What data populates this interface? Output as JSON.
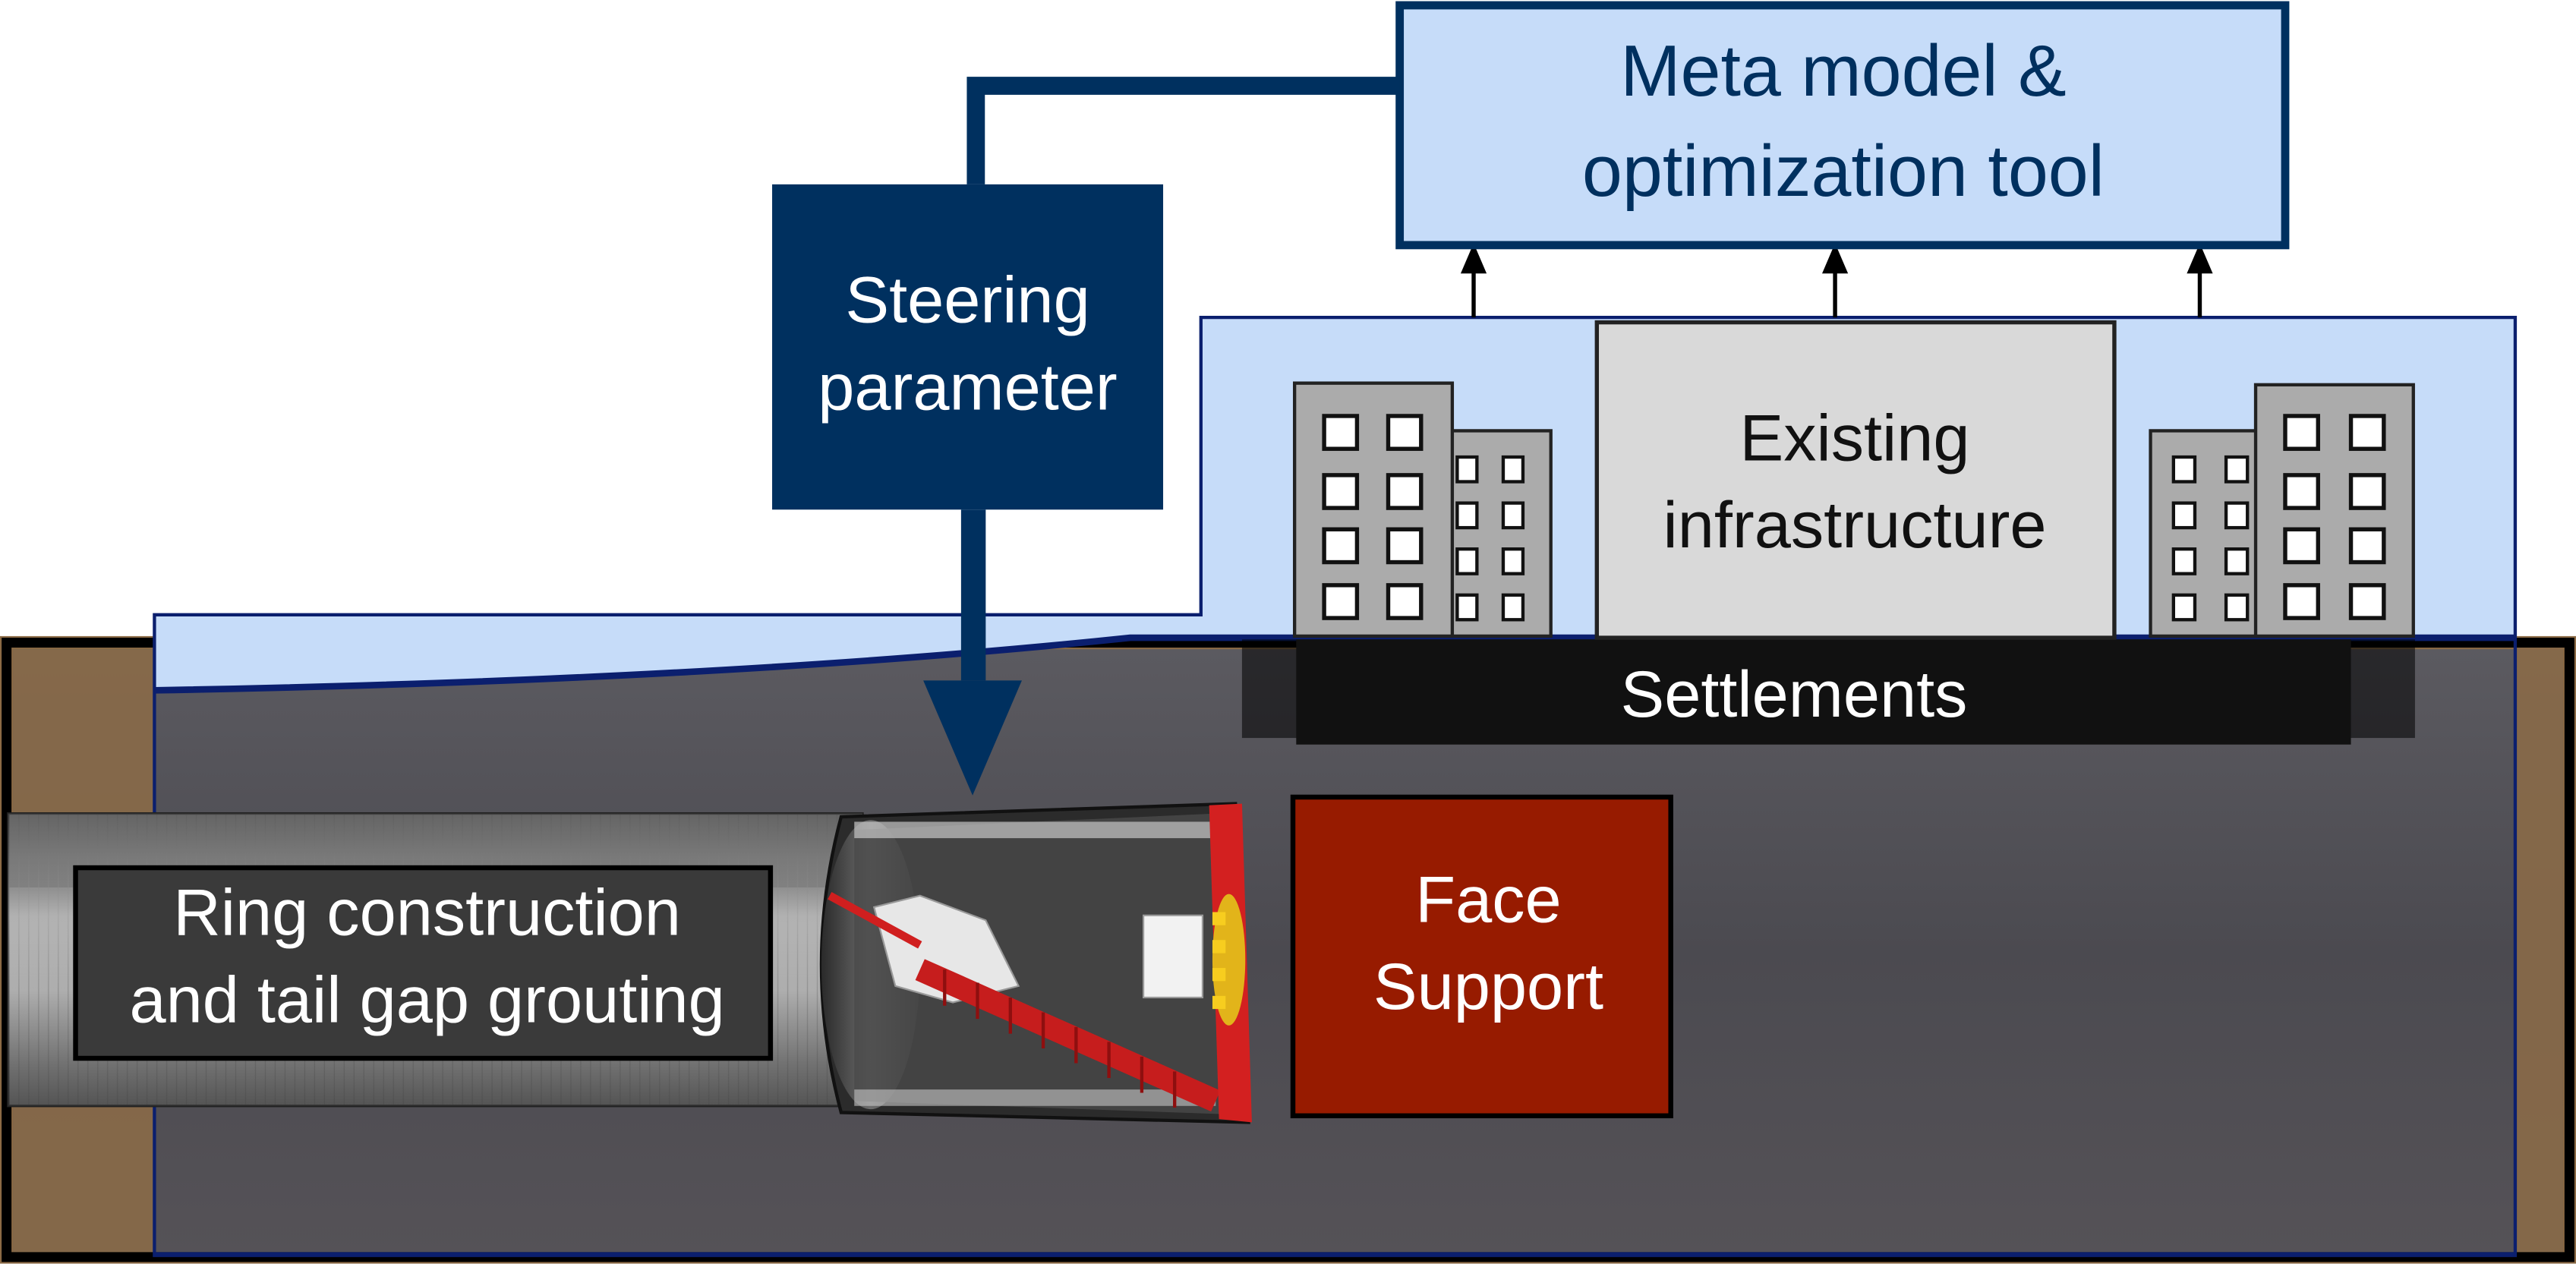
{
  "labels": {
    "meta_line1": "Meta model &",
    "meta_line2": "optimization tool",
    "steering_line1": "Steering",
    "steering_line2": "parameter",
    "infra_line1": "Existing",
    "infra_line2": "infrastructure",
    "settlements": "Settlements",
    "ring_line1": "Ring construction",
    "ring_line2": "and tail gap grouting",
    "face_line1": "Face",
    "face_line2": "Support"
  },
  "colors": {
    "navy": "#00305f",
    "light_blue": "#c6dcf9",
    "face_red": "#971b00",
    "ground_dark": "#4f4d54",
    "soil_brown": "#8b6a45",
    "building_gray": "#ababab",
    "infra_gray": "#d9d9d9",
    "label_dark": "#3a3a3a"
  }
}
